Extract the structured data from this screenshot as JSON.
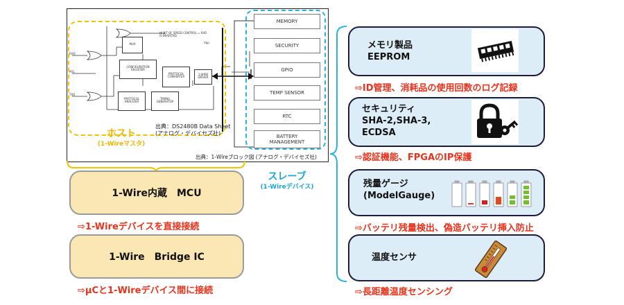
{
  "diagram": {
    "host": {
      "title": "ホスト",
      "subtitle": "(1-Wireマスタ)",
      "source_note_line1": "出典：DS2480B Data Sheet",
      "source_note_line2": "(アナログ・デバイセズ社)",
      "circuit_labels": {
        "mux": "MUX",
        "config": "CONFIGURATION REGISTER",
        "protocol_converter": "PROTOCOL CONVERTER",
        "wire_driver": "1-WIRE DRIVER",
        "protocol_analyzer": "PROTOCOL ANALYZER",
        "timing_gen": "TIMING GENERATOR",
        "top_note": "HI-BIT OF SPEED CONTROL = RXD IS INVERTED",
        "pins": [
          "RXD",
          "POL",
          "TXD"
        ],
        "vpp": "Vpp"
      }
    },
    "frame_source": "出典：1-Wireブロック図 (アナログ・デバイセズ社)",
    "slave": {
      "title": "スレーブ",
      "subtitle": "(1-Wireデバイス)",
      "items": [
        "MEMORY",
        "SECURITY",
        "GPIO",
        "TEMP SENSOR",
        "RTC",
        "BATTERY\nMANAGEMENT"
      ]
    }
  },
  "left_cards": [
    {
      "label": "1-Wire内蔵　MCU",
      "note": "⇨1-Wireデバイスを直接接続"
    },
    {
      "label": "1-Wire　Bridge IC",
      "note": "⇨μCと1-Wireデバイス間に接続"
    }
  ],
  "right_cards": [
    {
      "label": "メモリ製品\nEEPROM",
      "icon": "memory-chip-icon",
      "note": "⇨ID管理、消耗品の使用回数のログ記録"
    },
    {
      "label": "セキュリティ\nSHA-2,SHA-3,\nECDSA",
      "icon": "lock-key-icon",
      "note": "⇨認証機能、FPGAのIP保護"
    },
    {
      "label": "残量ゲージ\n(ModelGauge)",
      "icon": "battery-levels-icon",
      "note": "⇨バッテリ残量検出、偽造バッテリ挿入防止"
    },
    {
      "label": "温度センサ",
      "icon": "thermometer-icon",
      "note": "⇨長距離温度センシング"
    }
  ],
  "colors": {
    "host": "#f0b400",
    "slave": "#1aa7d6",
    "note_red": "#e8331c",
    "left_card_fill": "#fbe7b3",
    "right_card_fill": "#dcedf8"
  }
}
